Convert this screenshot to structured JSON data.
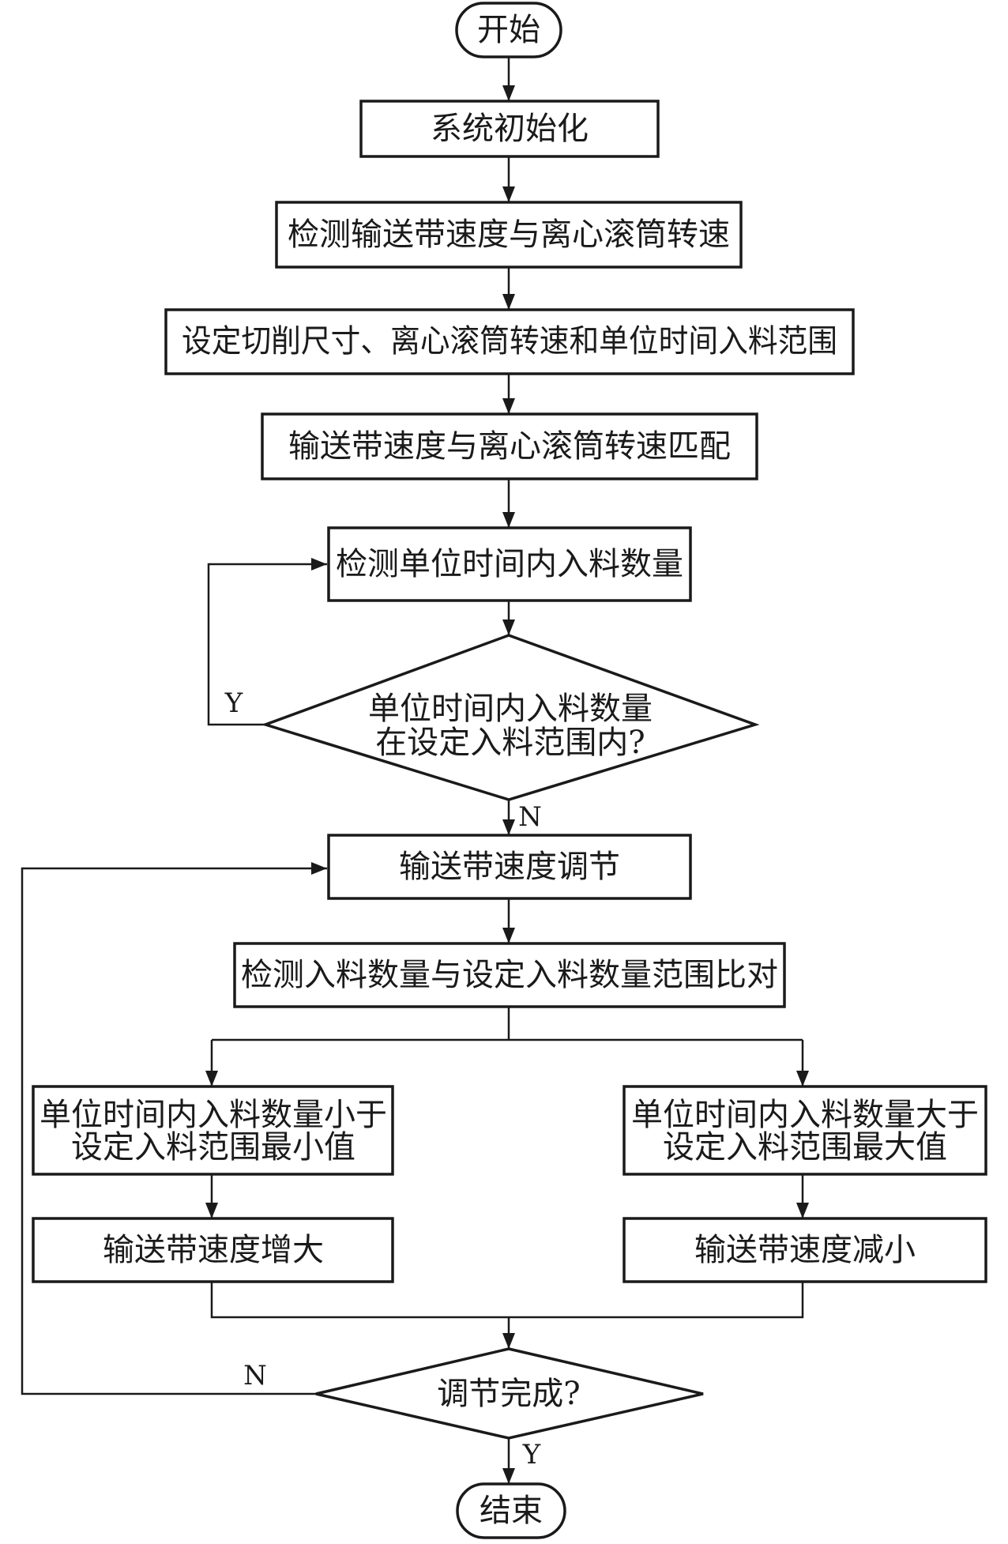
{
  "nodes": {
    "start": "开始",
    "init": "系统初始化",
    "detect_speed": "检测输送带速度与离心滚筒转速",
    "set_params": "设定切削尺寸、离心滚筒转速和单位时间入料范围",
    "match": "输送带速度与离心滚筒转速匹配",
    "detect_feed": "检测单位时间内入料数量",
    "decision_range_line1": "单位时间内入料数量",
    "decision_range_line2": "在设定入料范围内?",
    "adjust": "输送带速度调节",
    "compare": "检测入料数量与设定入料数量范围比对",
    "less_line1": "单位时间内入料数量小于",
    "less_line2": "设定入料范围最小值",
    "greater_line1": "单位时间内入料数量大于",
    "greater_line2": "设定入料范围最大值",
    "increase": "输送带速度增大",
    "decrease": "输送带速度减小",
    "decision_done": "调节完成?",
    "end": "结束"
  },
  "edge_labels": {
    "range_yes": "Y",
    "range_no": "N",
    "done_no": "N",
    "done_yes": "Y"
  }
}
